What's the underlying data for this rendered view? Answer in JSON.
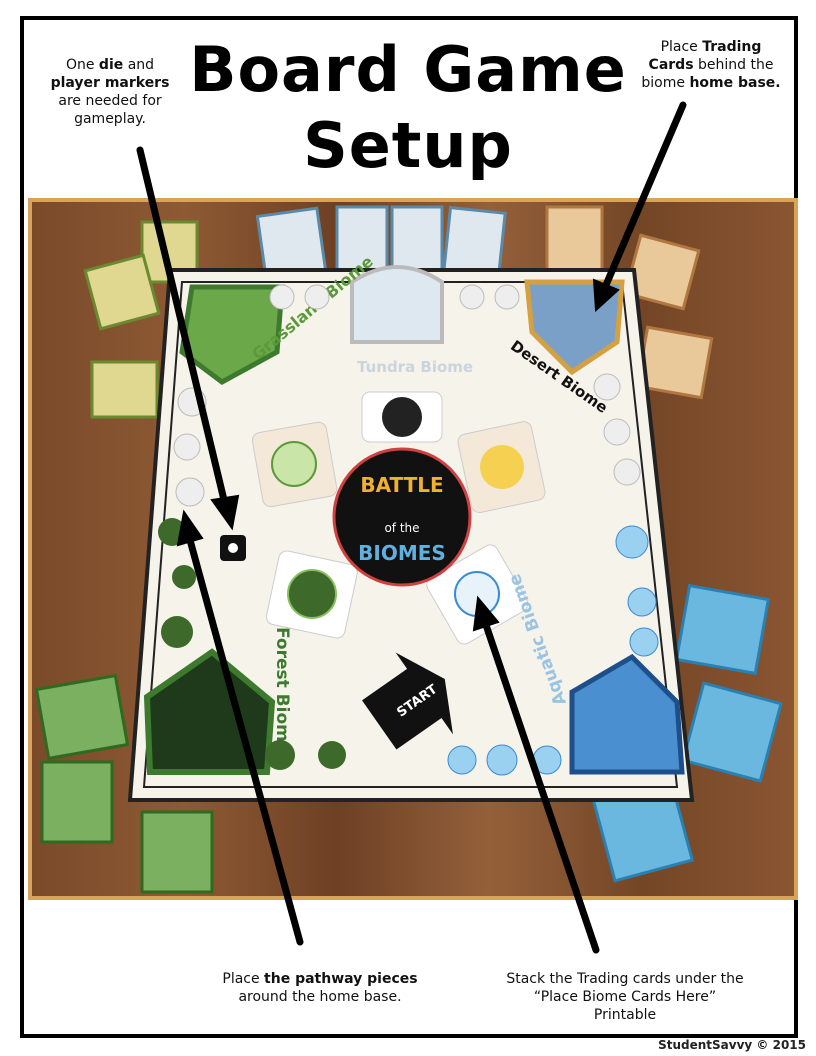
{
  "title": {
    "line1": "Board Game",
    "line2": "Setup"
  },
  "notes": {
    "top_left": {
      "pre": "One ",
      "b1": "die",
      "mid": " and ",
      "b2": "player markers",
      "post": " are needed for gameplay."
    },
    "top_right": {
      "pre": "Place ",
      "b1": "Trading Cards",
      "mid": " behind the biome ",
      "b2": "home base."
    },
    "bottom_left": {
      "pre": "Place ",
      "b1": "the pathway pieces",
      "post": " around the home base."
    },
    "bottom_right": {
      "text": "Stack the Trading cards under the “Place Biome Cards Here” Printable"
    }
  },
  "board": {
    "center_logo": {
      "line1": "BATTLE",
      "line2": "of the",
      "line3": "BIOMES"
    },
    "biomes": [
      {
        "name": "Grassland Biome",
        "color": "#5a9a3a"
      },
      {
        "name": "Tundra Biome",
        "color": "#c9d4dc"
      },
      {
        "name": "Desert Biome",
        "color": "#c79a3a"
      },
      {
        "name": "Forest Biome",
        "color": "#3d7a2e"
      },
      {
        "name": "Aquatic Biome",
        "color": "#3a8ad6"
      }
    ],
    "start_label": "START"
  },
  "credit": "StudentSavvy © 2015"
}
